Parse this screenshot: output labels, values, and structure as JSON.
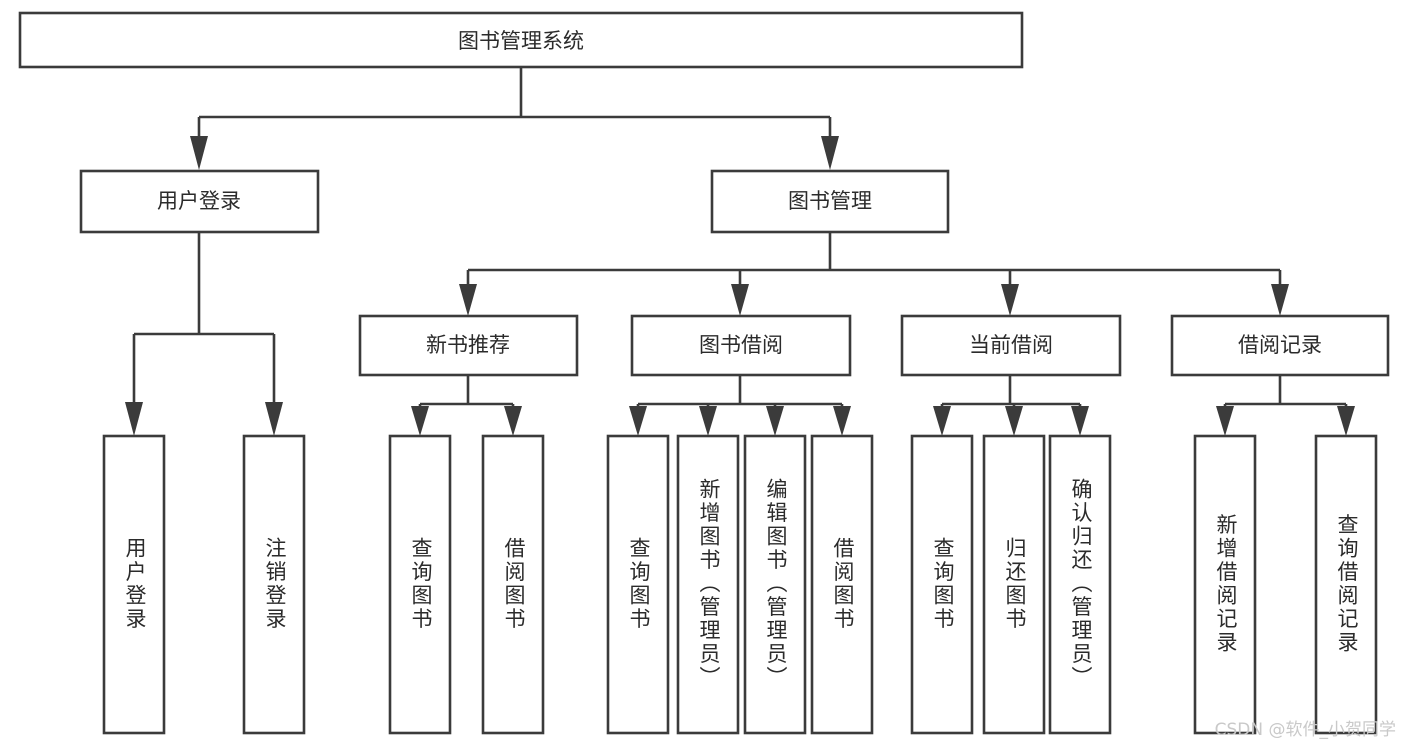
{
  "diagram": {
    "type": "tree-hierarchy-chart",
    "orientation": "top-down",
    "root": {
      "label": "图书管理系统"
    },
    "level1": [
      {
        "label": "用户登录"
      },
      {
        "label": "图书管理"
      }
    ],
    "level2": [
      {
        "label": "新书推荐"
      },
      {
        "label": "图书借阅"
      },
      {
        "label": "当前借阅"
      },
      {
        "label": "借阅记录"
      }
    ],
    "leaves": {
      "user_login": [
        {
          "label": "用户登录"
        },
        {
          "label": "注销登录"
        }
      ],
      "new_book_recommend": [
        {
          "label": "查询图书"
        },
        {
          "label": "借阅图书"
        }
      ],
      "book_borrow": [
        {
          "label": "查询图书"
        },
        {
          "label": "新增图书（管理员）"
        },
        {
          "label": "编辑图书（管理员）"
        },
        {
          "label": "借阅图书"
        }
      ],
      "current_borrow": [
        {
          "label": "查询图书"
        },
        {
          "label": "归还图书"
        },
        {
          "label": "确认归还（管理员）"
        }
      ],
      "borrow_record": [
        {
          "label": "新增借阅记录"
        },
        {
          "label": "查询借阅记录"
        }
      ]
    }
  },
  "watermark": {
    "text": "CSDN @软件_小贺同学"
  },
  "colors": {
    "stroke": "#3b3b3b",
    "node_fill": "#ffffff",
    "text": "#2b2b2b",
    "watermark": "#c9c9c9",
    "background": "#ffffff"
  }
}
